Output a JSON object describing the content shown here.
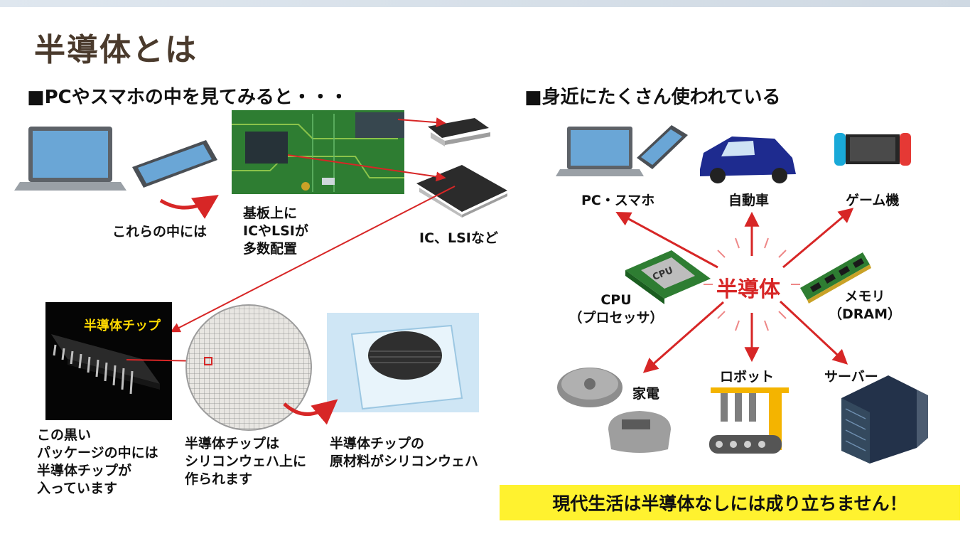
{
  "title": "半導体とは",
  "left_section": {
    "heading": "■PCやスマホの中を見てみると・・・",
    "caption_devices": "これらの中には",
    "caption_board": [
      "基板上に",
      "ICやLSIが",
      "多数配置"
    ],
    "caption_ic": "IC、LSIなど",
    "chip_overlay": "半導体チップ",
    "caption_package": [
      "この黒い",
      "パッケージの中には",
      "半導体チップが",
      "入っています"
    ],
    "caption_wafer": [
      "半導体チップは",
      "シリコンウェハ上に",
      "作られます"
    ],
    "caption_material": [
      "半導体チップの",
      "原材料がシリコンウェハ"
    ]
  },
  "right_section": {
    "heading": "■身近にたくさん使われている",
    "center": "半導体",
    "cpu_chip_text": "CPU",
    "applications": {
      "pc_phone": "PC・スマホ",
      "car": "自動車",
      "game": "ゲーム機",
      "cpu": [
        "CPU",
        "（プロセッサ）"
      ],
      "memory": [
        "メモリ",
        "（DRAM）"
      ],
      "appliance": "家電",
      "robot": "ロボット",
      "server": "サーバー"
    }
  },
  "banner": "現代生活は半導体なしには成り立ちません！",
  "colors": {
    "title": "#4a3a2c",
    "arrow": "#d72626",
    "banner": "#fff22f",
    "chip_label": "#ffd800"
  }
}
